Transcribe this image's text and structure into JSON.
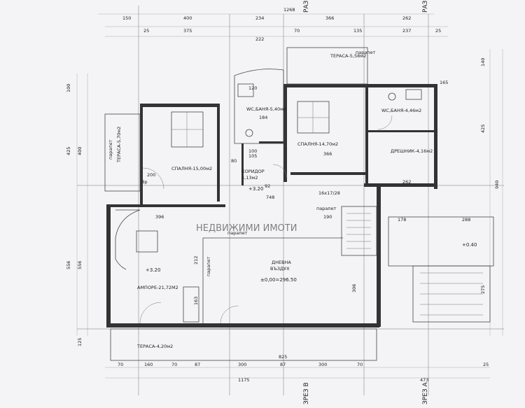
{
  "rooms": {
    "bedroom1": "СПАЛНЯ-15,00м2",
    "bedroom2": "СПАЛНЯ-14,70м2",
    "bath1": "WC,БАНЯ-5,40м2",
    "bath2": "WC,БАНЯ-4,46м2",
    "wardrobe": "ДРЕШНИК-4,16м2",
    "corridor": "КОРИДОР",
    "corridor_area": "4,13м2",
    "living": "ДНЕВНА",
    "living2": "ВЪЗДУХ",
    "amphi": "АМПОРЕ-21,72М2",
    "terrace_top": "ТЕРАСА-5,58м2",
    "terrace_left": "ТЕРАСА-5,70м2",
    "terrace_bottom": "ТЕРАСА-4,20м2"
  },
  "labels": {
    "parapet": "парапет",
    "level_amphi": "+3.20",
    "level_corr": "+3.20",
    "level_zero": "±0,00=296.50",
    "level_stair": "+0.40",
    "stairs_ref": "16x17/28",
    "section_a_top": "РАЗРЕЗ А",
    "section_b_top": "РАЗРЕЗ В",
    "section_a_bot": "ЗРЕЗ А",
    "section_b_bot": "ЗРЕЗ В",
    "watermark": "НЕДВИЖИМИ ИМОТИ"
  },
  "dims_top": [
    "150",
    "400",
    "234",
    "366",
    "262",
    "1268",
    "375",
    "25",
    "222",
    "70",
    "135",
    "237",
    "25"
  ],
  "dims_bottom": [
    "70",
    "160",
    "70",
    "87",
    "300",
    "87",
    "300",
    "825",
    "70",
    "1175",
    "473",
    "25"
  ],
  "dims_left": [
    "100",
    "425",
    "400",
    "556",
    "556",
    "125"
  ],
  "dims_right": [
    "140",
    "425",
    "940",
    "275"
  ],
  "door_labels": [
    "200",
    "Вр",
    "80",
    "100",
    "120",
    "105",
    "92",
    "184",
    "165"
  ],
  "room_dims": [
    "366",
    "396",
    "262",
    "288",
    "190",
    "748",
    "306",
    "212",
    "163",
    "178"
  ]
}
